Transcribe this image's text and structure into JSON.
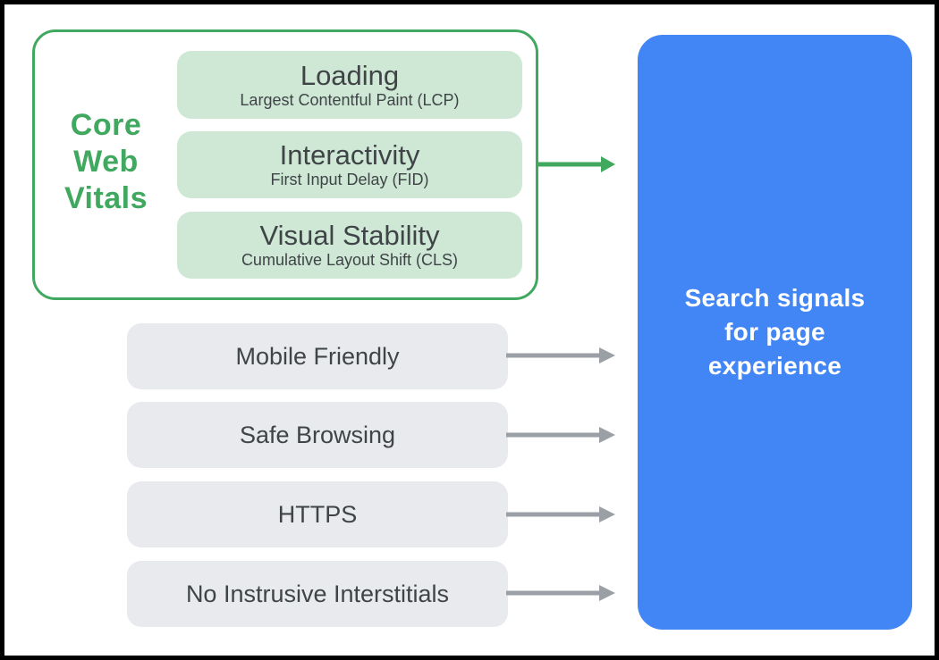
{
  "colors": {
    "green": "#41A85F",
    "green_light": "#CFE8D6",
    "blue": "#4285F4",
    "gray_box": "#E9EAED",
    "gray_arrow": "#9AA0A6",
    "text_dark": "#3F4447",
    "text_on_blue": "#FFFFFF",
    "outer_border": "#000000"
  },
  "cwv": {
    "label": "Core\nWeb\nVitals",
    "items": [
      {
        "title": "Loading",
        "subtitle": "Largest Contentful Paint (LCP)"
      },
      {
        "title": "Interactivity",
        "subtitle": "First Input Delay (FID)"
      },
      {
        "title": "Visual Stability",
        "subtitle": "Cumulative Layout Shift (CLS)"
      }
    ]
  },
  "signals": [
    {
      "label": "Mobile Friendly"
    },
    {
      "label": "Safe Browsing"
    },
    {
      "label": "HTTPS"
    },
    {
      "label": "No Instrusive Interstitials"
    }
  ],
  "target": {
    "label": "Search signals\nfor page\nexperience"
  },
  "icons": {
    "green_arrow": "arrow-right-icon",
    "gray_arrow": "arrow-right-icon"
  }
}
